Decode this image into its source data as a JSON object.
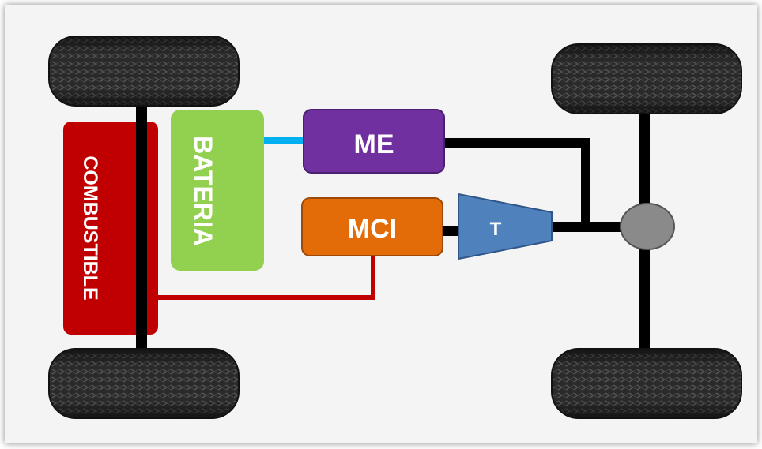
{
  "components": {
    "fuel": {
      "label": "COMBUSTIBLE",
      "color": "#c00000"
    },
    "battery": {
      "label": "BATERIA",
      "color": "#92d050"
    },
    "electric_motor": {
      "label": "ME",
      "color": "#7030a0"
    },
    "combustion_engine": {
      "label": "MCI",
      "color": "#e36c09"
    },
    "transmission": {
      "label": "T",
      "color": "#4f81bd"
    }
  },
  "colors": {
    "axle": "#000000",
    "electric_link": "#00b0f0",
    "fuel_line": "#c00000",
    "differential": "#8a8a8a",
    "tire": "#262626",
    "background": "#f4f4f4"
  }
}
